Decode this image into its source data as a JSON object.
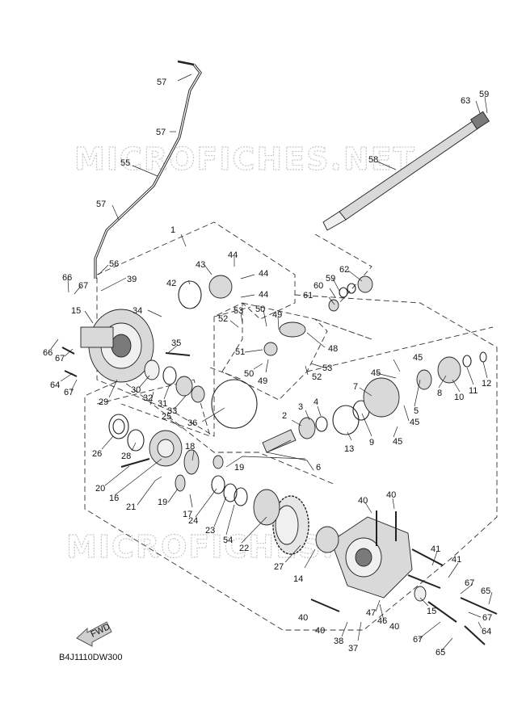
{
  "watermark": {
    "text": "MICROFICHES.NET"
  },
  "diagram_code": "B4J1110DW300",
  "fwd_arrow": {
    "label": "FWD"
  },
  "callouts": [
    {
      "id": "c1",
      "text": "1"
    },
    {
      "id": "c2",
      "text": "2"
    },
    {
      "id": "c3",
      "text": "3"
    },
    {
      "id": "c4",
      "text": "4"
    },
    {
      "id": "c5",
      "text": "5"
    },
    {
      "id": "c6",
      "text": "6"
    },
    {
      "id": "c7",
      "text": "7"
    },
    {
      "id": "c8",
      "text": "8"
    },
    {
      "id": "c9",
      "text": "9"
    },
    {
      "id": "c10",
      "text": "10"
    },
    {
      "id": "c11",
      "text": "11"
    },
    {
      "id": "c12",
      "text": "12"
    },
    {
      "id": "c13",
      "text": "13"
    },
    {
      "id": "c14",
      "text": "14"
    },
    {
      "id": "c15a",
      "text": "15"
    },
    {
      "id": "c15b",
      "text": "15"
    },
    {
      "id": "c16",
      "text": "16"
    },
    {
      "id": "c17",
      "text": "17"
    },
    {
      "id": "c18",
      "text": "18"
    },
    {
      "id": "c19a",
      "text": "19"
    },
    {
      "id": "c19b",
      "text": "19"
    },
    {
      "id": "c20",
      "text": "20"
    },
    {
      "id": "c21",
      "text": "21"
    },
    {
      "id": "c22",
      "text": "22"
    },
    {
      "id": "c23",
      "text": "23"
    },
    {
      "id": "c24",
      "text": "24"
    },
    {
      "id": "c25",
      "text": "25"
    },
    {
      "id": "c26",
      "text": "26"
    },
    {
      "id": "c27",
      "text": "27"
    },
    {
      "id": "c28",
      "text": "28"
    },
    {
      "id": "c29",
      "text": "29"
    },
    {
      "id": "c30",
      "text": "30"
    },
    {
      "id": "c31",
      "text": "31"
    },
    {
      "id": "c32",
      "text": "32"
    },
    {
      "id": "c33",
      "text": "33"
    },
    {
      "id": "c34",
      "text": "34"
    },
    {
      "id": "c35",
      "text": "35"
    },
    {
      "id": "c36",
      "text": "36"
    },
    {
      "id": "c37",
      "text": "37"
    },
    {
      "id": "c38",
      "text": "38"
    },
    {
      "id": "c39",
      "text": "39"
    },
    {
      "id": "c40a",
      "text": "40"
    },
    {
      "id": "c40b",
      "text": "40"
    },
    {
      "id": "c40c",
      "text": "40"
    },
    {
      "id": "c40d",
      "text": "40"
    },
    {
      "id": "c40e",
      "text": "40"
    },
    {
      "id": "c41a",
      "text": "41"
    },
    {
      "id": "c41b",
      "text": "41"
    },
    {
      "id": "c42",
      "text": "42"
    },
    {
      "id": "c43",
      "text": "43"
    },
    {
      "id": "c44a",
      "text": "44"
    },
    {
      "id": "c44b",
      "text": "44"
    },
    {
      "id": "c44c",
      "text": "44"
    },
    {
      "id": "c45a",
      "text": "45"
    },
    {
      "id": "c45b",
      "text": "45"
    },
    {
      "id": "c45c",
      "text": "45"
    },
    {
      "id": "c45d",
      "text": "45"
    },
    {
      "id": "c46",
      "text": "46"
    },
    {
      "id": "c47",
      "text": "47"
    },
    {
      "id": "c48",
      "text": "48"
    },
    {
      "id": "c49a",
      "text": "49"
    },
    {
      "id": "c49b",
      "text": "49"
    },
    {
      "id": "c50a",
      "text": "50"
    },
    {
      "id": "c50b",
      "text": "50"
    },
    {
      "id": "c51",
      "text": "51"
    },
    {
      "id": "c52a",
      "text": "52"
    },
    {
      "id": "c52b",
      "text": "52"
    },
    {
      "id": "c53a",
      "text": "53"
    },
    {
      "id": "c53b",
      "text": "53"
    },
    {
      "id": "c54",
      "text": "54"
    },
    {
      "id": "c55",
      "text": "55"
    },
    {
      "id": "c56",
      "text": "56"
    },
    {
      "id": "c57a",
      "text": "57"
    },
    {
      "id": "c57b",
      "text": "57"
    },
    {
      "id": "c57c",
      "text": "57"
    },
    {
      "id": "c58",
      "text": "58"
    },
    {
      "id": "c59a",
      "text": "59"
    },
    {
      "id": "c59b",
      "text": "59"
    },
    {
      "id": "c60",
      "text": "60"
    },
    {
      "id": "c61",
      "text": "61"
    },
    {
      "id": "c62",
      "text": "62"
    },
    {
      "id": "c63",
      "text": "63"
    },
    {
      "id": "c64a",
      "text": "64"
    },
    {
      "id": "c64b",
      "text": "64"
    },
    {
      "id": "c65a",
      "text": "65"
    },
    {
      "id": "c65b",
      "text": "65"
    },
    {
      "id": "c66a",
      "text": "66"
    },
    {
      "id": "c66b",
      "text": "66"
    },
    {
      "id": "c67a",
      "text": "67"
    },
    {
      "id": "c67b",
      "text": "67"
    },
    {
      "id": "c67c",
      "text": "67"
    },
    {
      "id": "c67d",
      "text": "67"
    },
    {
      "id": "c67e",
      "text": "67"
    },
    {
      "id": "c67f",
      "text": "67"
    }
  ]
}
